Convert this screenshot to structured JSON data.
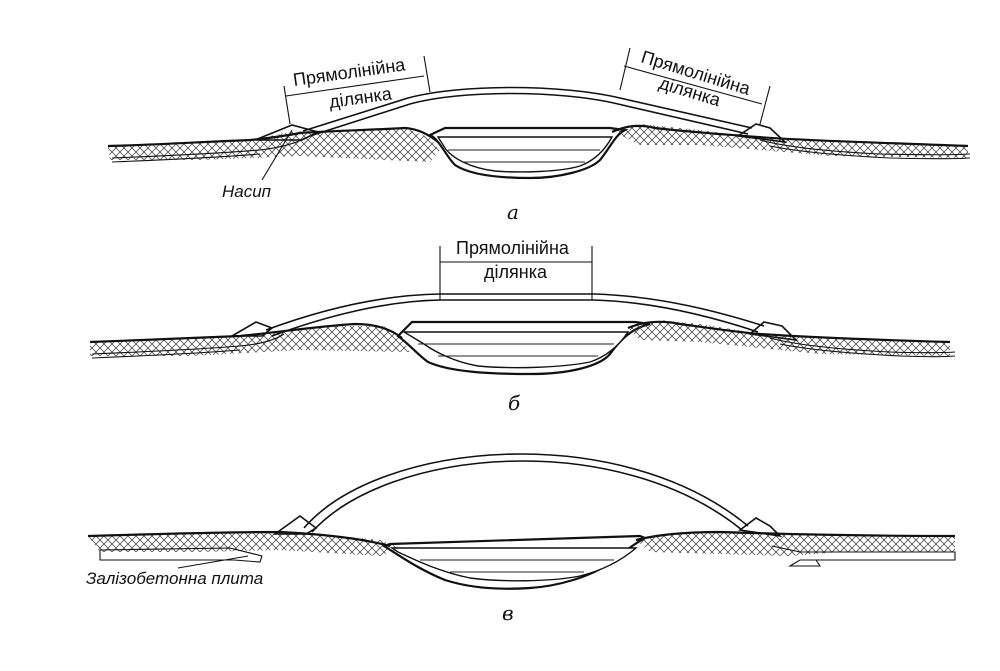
{
  "diagrams": [
    {
      "caption": "а",
      "labels": {
        "left_segment_line1": "Прямолінійна",
        "left_segment_line2": "ділянка",
        "right_segment_line1": "Прямолінійна",
        "right_segment_line2": "ділянка",
        "embankment": "Насип"
      }
    },
    {
      "caption": "б",
      "labels": {
        "center_segment_line1": "Прямолінійна",
        "center_segment_line2": "ділянка"
      }
    },
    {
      "caption": "в",
      "labels": {
        "slab": "Залізобетонна плита"
      }
    }
  ]
}
